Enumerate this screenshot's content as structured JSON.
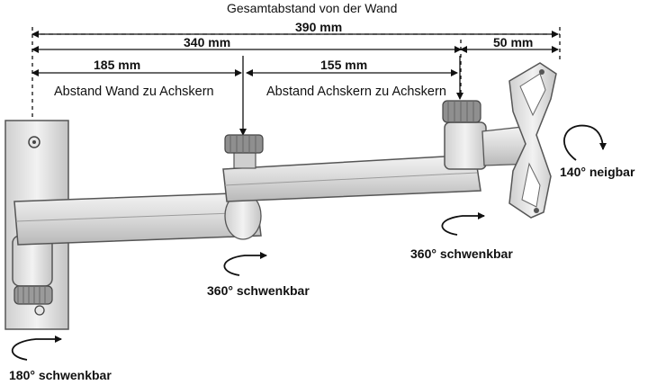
{
  "title": "Gesamtabstand von der Wand",
  "dimensions": {
    "total": "390 mm",
    "arm": "340 mm",
    "first_segment": "185 mm",
    "second_segment": "155 mm",
    "head": "50 mm"
  },
  "segment_labels": {
    "wall_to_axis": "Abstand Wand zu Achskern",
    "axis_to_axis": "Abstand Achskern zu Achskern"
  },
  "rotation_labels": {
    "wall": "180° schwenkbar",
    "middle_joint": "360° schwenkbar",
    "head_joint": "360° schwenkbar",
    "tilt": "140° neigbar"
  }
}
